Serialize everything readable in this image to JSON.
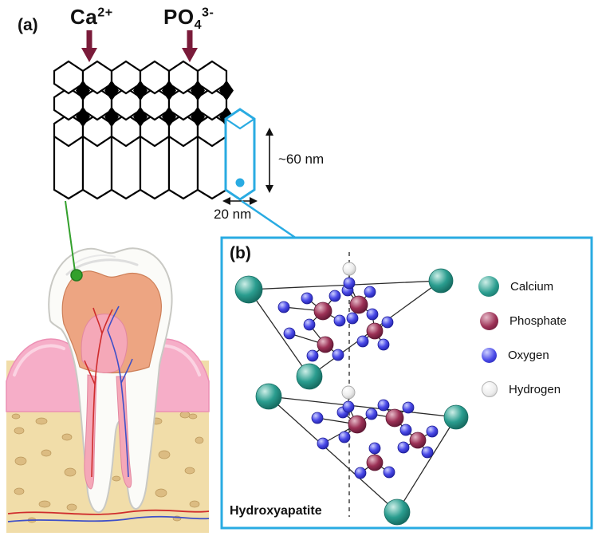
{
  "panel_a": {
    "label": "(a)",
    "ions": {
      "calcium": {
        "base": "Ca",
        "sup": "2+"
      },
      "phosphate": {
        "base": "PO",
        "sub": "4",
        "sup": "3-"
      }
    },
    "crystal_height": "~60 nm",
    "crystal_width": "20 nm"
  },
  "panel_b": {
    "label": "(b)",
    "title": "Hydroxyapatite",
    "legend": [
      {
        "name": "Calcium",
        "color": "#2a9d8f"
      },
      {
        "name": "Phosphate",
        "color": "#9c3156"
      },
      {
        "name": "Oxygen",
        "color": "#4a4ae8"
      },
      {
        "name": "Hydrogen",
        "color": "#eeeeee"
      }
    ]
  },
  "colors": {
    "accent_cyan": "#29abe2",
    "ion_arrow_maroon": "#7a1b3a",
    "marker_green": "#33a02c"
  }
}
